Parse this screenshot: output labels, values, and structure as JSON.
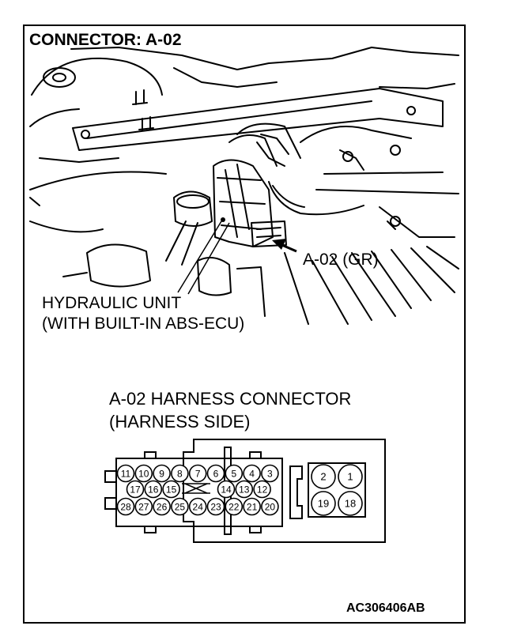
{
  "title": "CONNECTOR: A-02",
  "labels": {
    "hydraulic_unit_line1": "HYDRAULIC UNIT",
    "hydraulic_unit_line2": "(WITH BUILT-IN ABS-ECU)",
    "connector_callout": "A-02 (GR)",
    "harness_line1": "A-02 HARNESS CONNECTOR",
    "harness_line2": "(HARNESS SIDE)"
  },
  "pins": {
    "small_row1": [
      "11",
      "10",
      "9",
      "8",
      "7",
      "6",
      "5",
      "4",
      "3"
    ],
    "small_row2_left": [
      "17",
      "16",
      "15"
    ],
    "small_row2_right": [
      "14",
      "13",
      "12"
    ],
    "small_row3": [
      "28",
      "27",
      "26",
      "25",
      "24",
      "23",
      "22",
      "21",
      "20"
    ],
    "large_top": [
      "2",
      "1"
    ],
    "large_bottom": [
      "19",
      "18"
    ]
  },
  "figure_code": "AC306406AB"
}
